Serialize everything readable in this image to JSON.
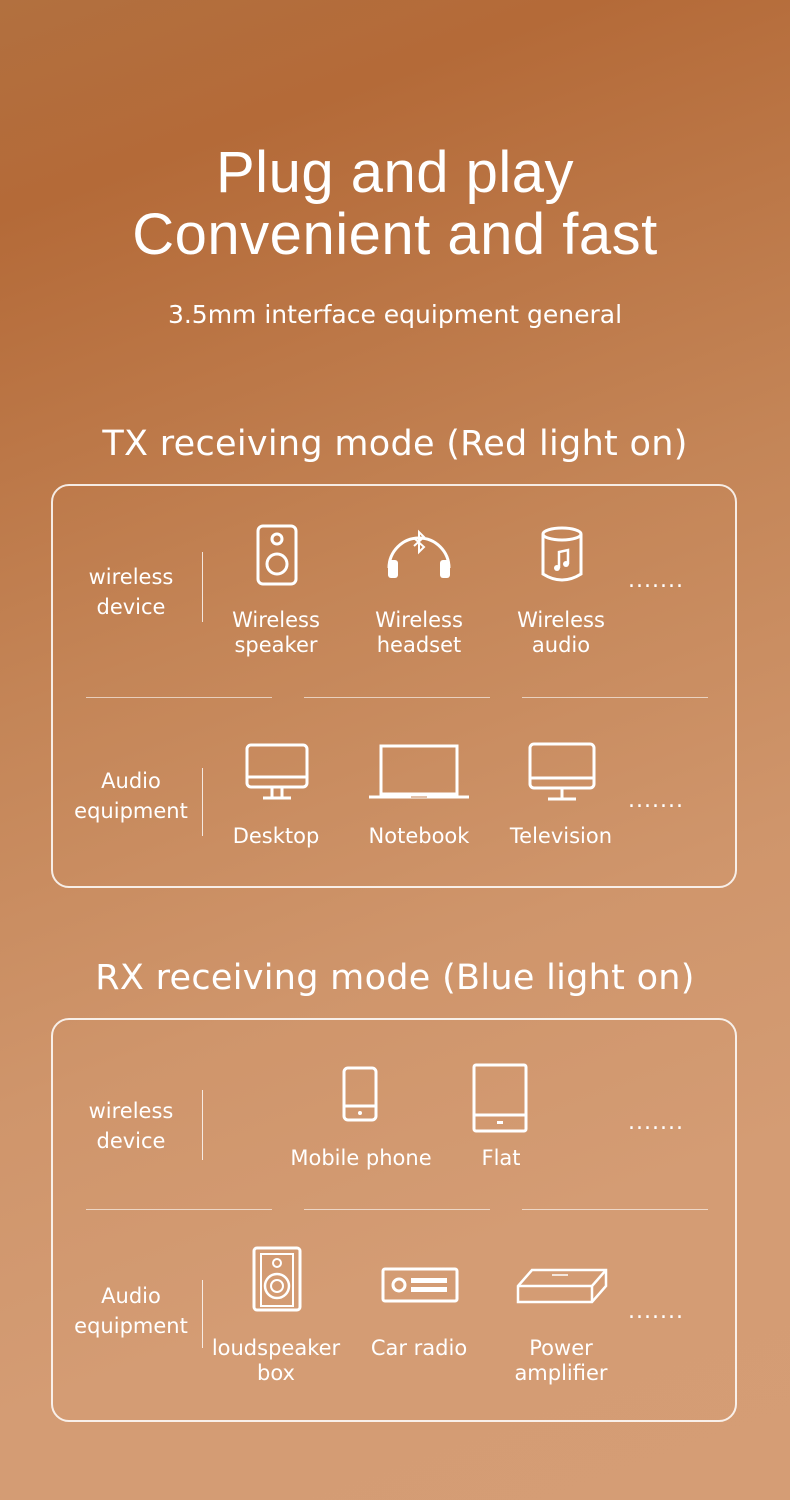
{
  "hero": {
    "line1": "Plug and play",
    "line2": "Convenient and fast",
    "subtitle": "3.5mm interface equipment general"
  },
  "tx": {
    "title": "TX receiving mode (Red light on)",
    "row1": {
      "label_line1": "wireless",
      "label_line2": "device",
      "items": [
        {
          "icon": "speaker-icon",
          "line1": "Wireless",
          "line2": "speaker"
        },
        {
          "icon": "bluetooth-headset-icon",
          "line1": "Wireless",
          "line2": "headset"
        },
        {
          "icon": "smart-speaker-icon",
          "line1": "Wireless",
          "line2": "audio"
        }
      ],
      "more": "......."
    },
    "row2": {
      "label_line1": "Audio",
      "label_line2": "equipment",
      "items": [
        {
          "icon": "desktop-icon",
          "line1": "Desktop"
        },
        {
          "icon": "notebook-icon",
          "line1": "Notebook"
        },
        {
          "icon": "television-icon",
          "line1": "Television"
        }
      ],
      "more": "......."
    }
  },
  "rx": {
    "title": "RX receiving mode (Blue light on)",
    "row1": {
      "label_line1": "wireless",
      "label_line2": "device",
      "items": [
        {
          "icon": "mobile-phone-icon",
          "line1": "Mobile phone"
        },
        {
          "icon": "tablet-icon",
          "line1": "Flat"
        }
      ],
      "more": "......."
    },
    "row2": {
      "label_line1": "Audio",
      "label_line2": "equipment",
      "items": [
        {
          "icon": "loudspeaker-box-icon",
          "line1": "loudspeaker",
          "line2": "box"
        },
        {
          "icon": "car-radio-icon",
          "line1": "Car radio"
        },
        {
          "icon": "power-amplifier-icon",
          "line1": "Power",
          "line2": "amplifier"
        }
      ],
      "more": "......."
    }
  }
}
